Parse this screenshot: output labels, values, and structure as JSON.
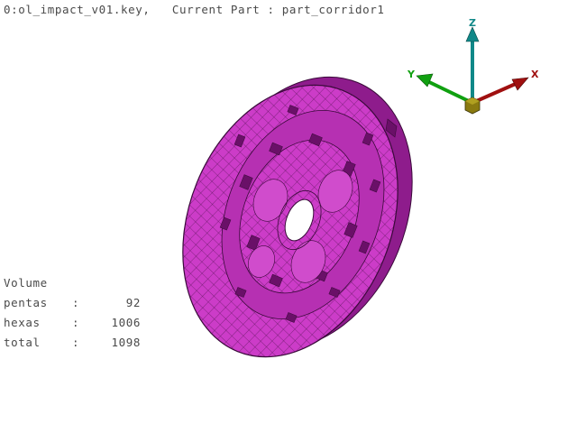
{
  "header": {
    "title": "0:ol_impact_v01.key,   Current Part : part_corridor1"
  },
  "triad": {
    "x_label": "X",
    "y_label": "Y",
    "z_label": "Z",
    "x_color": "#a01010",
    "y_color": "#10a010",
    "z_color": "#108888",
    "origin_color": "#8a7a10"
  },
  "model": {
    "mesh_color": "#cc3cc8",
    "mesh_dark_color": "#8e1c8c",
    "edge_color": "#3a0a3a"
  },
  "volume_panel": {
    "title": "Volume",
    "rows": [
      {
        "name": "pentas",
        "sep": ":",
        "value": "92"
      },
      {
        "name": "hexas",
        "sep": ":",
        "value": "1006"
      },
      {
        "name": "total",
        "sep": ":",
        "value": "1098"
      }
    ]
  }
}
